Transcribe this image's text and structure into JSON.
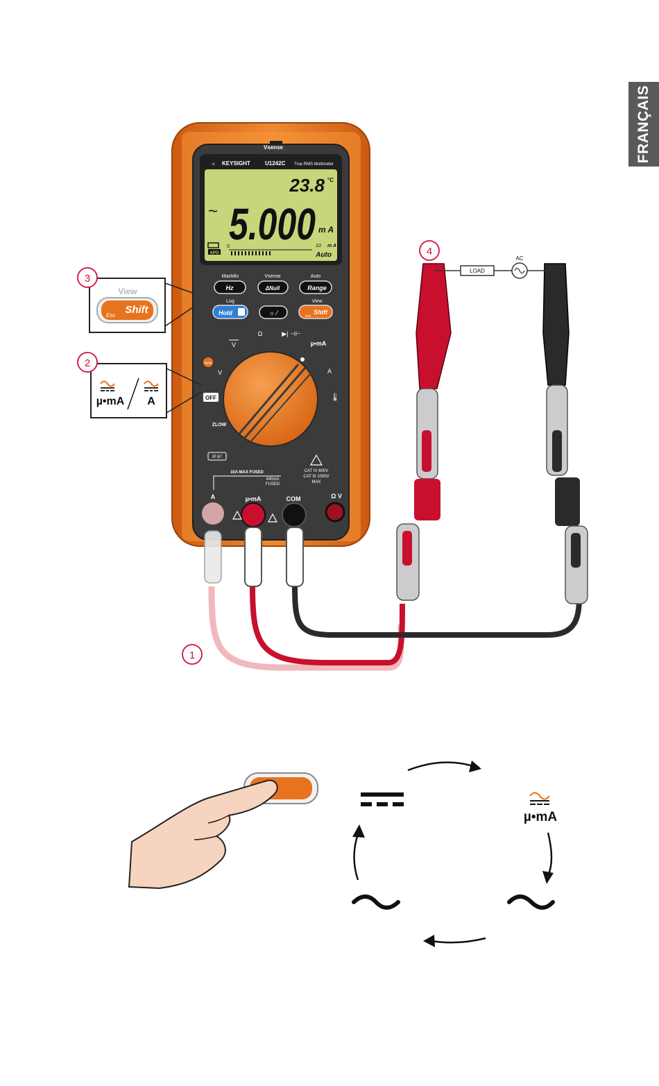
{
  "sidebar_tab": "FRANÇAIS",
  "meter": {
    "brand": "KEYSIGHT",
    "model": "U1242C",
    "subtitle": "True RMS Multimeter",
    "top_label": "Vsense",
    "display": {
      "secondary_value": "23.8",
      "secondary_unit": "°C",
      "primary_prefix": "~",
      "primary_value": "5.000",
      "primary_unit": "m A",
      "bar_start": "0",
      "bar_end": "10",
      "bar_unit": "m A",
      "range_mode": "Auto",
      "apo": "APO"
    },
    "buttons": {
      "row1_labels": [
        "MaxMin",
        "Vsense",
        "Auto"
      ],
      "row1": [
        "Hz",
        "ΔNull",
        "Range"
      ],
      "row2_labels": [
        "Log",
        "",
        "View"
      ],
      "hold": "Hold",
      "shift": "Shift",
      "esc": "Esc"
    },
    "dial": {
      "off": "OFF",
      "ip": "IP 67",
      "v_dc": "V",
      "v_ac": "V",
      "a_ac": "A",
      "zlow": "ZLOW",
      "ohm": "Ω",
      "mua": "µ•mA",
      "hz_pct": "Hz%"
    },
    "terminals": {
      "fuse_10a": "10A MAX FUSED",
      "fuse_440": "440mA",
      "fused": "FUSED",
      "cat1": "CAT IV  600V",
      "cat2": "CAT III 1000V",
      "max": "MAX",
      "labels": [
        "A",
        "µ•mA",
        "COM",
        "Ω V"
      ]
    }
  },
  "callouts": [
    "1",
    "2",
    "3",
    "4"
  ],
  "inset3": {
    "title": "View",
    "shift": "Shift",
    "esc": "Esc"
  },
  "inset2": {
    "left": "µ•mA",
    "right": "A"
  },
  "circuit": {
    "load": "LOAD",
    "source": "AC"
  },
  "cycle": {
    "label_top_right": "µ•mA"
  },
  "colors": {
    "meter_orange": "#e8731e",
    "lcd_green": "#c6d67a",
    "callout_red": "#d0103a",
    "lead_red": "#c8102e",
    "lead_black": "#2a2a2a",
    "lead_pink": "#f0b9bb"
  }
}
